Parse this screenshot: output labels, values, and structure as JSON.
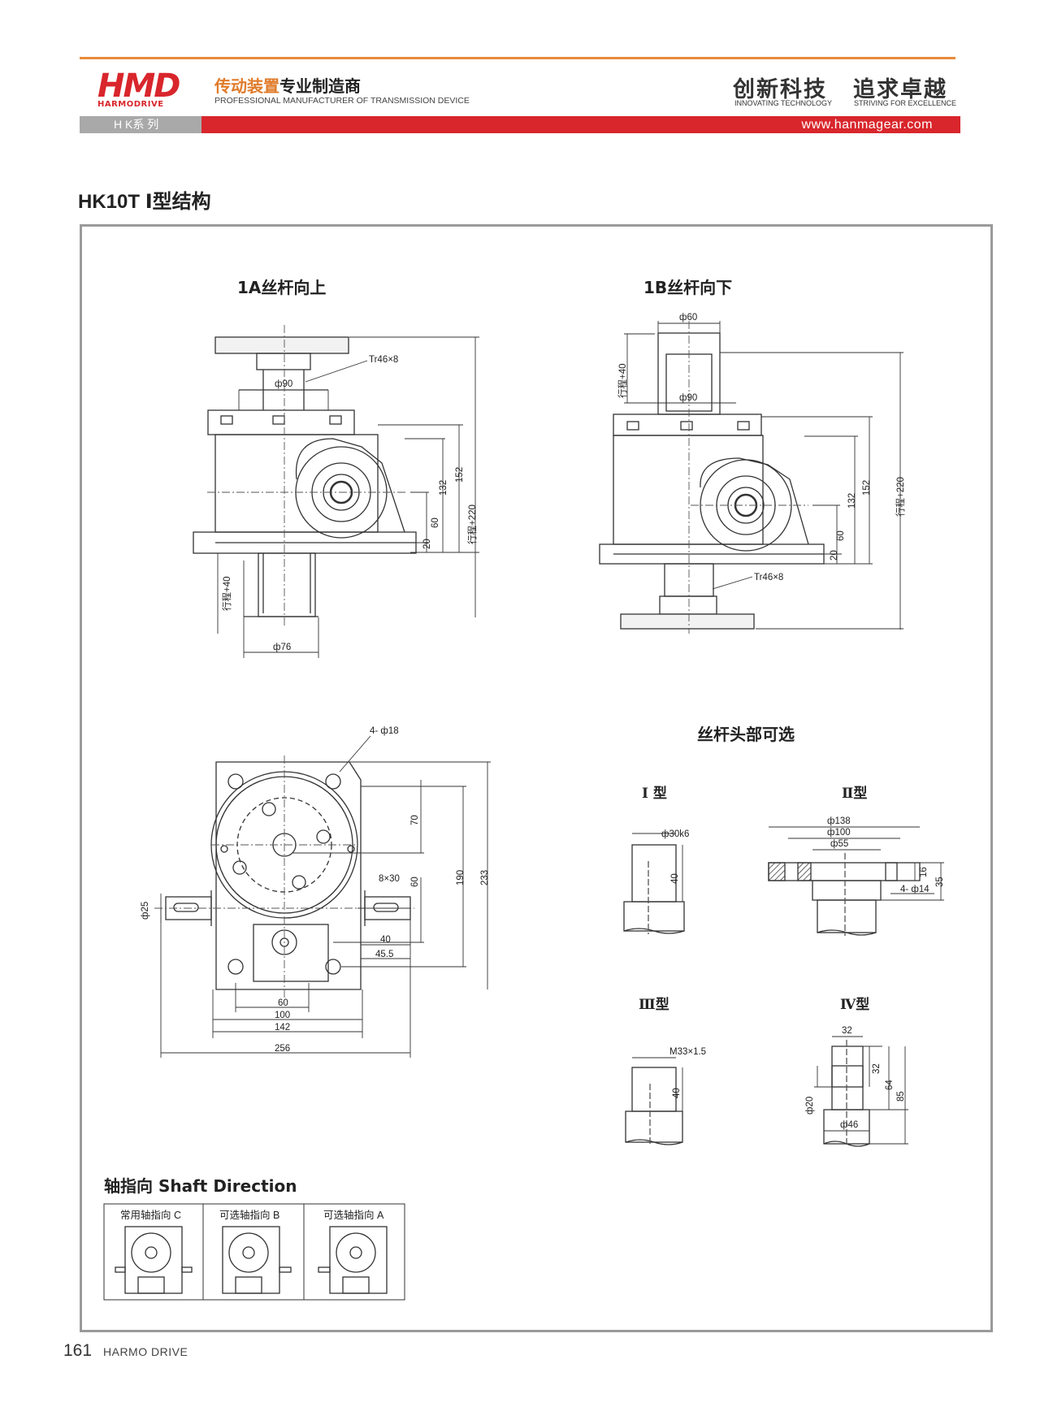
{
  "header": {
    "logo_main": "HMD",
    "logo_sub": "HARMODRIVE",
    "tagline_orange": "传动装置",
    "tagline_dark": "专业制造商",
    "tagline_en": "PROFESSIONAL MANUFACTURER OF TRANSMISSION DEVICE",
    "slogan_1": "创新科技",
    "slogan_2": "追求卓越",
    "slogan_1_en": "INNOVATING TECHNOLOGY",
    "slogan_2_en": "STRIVING FOR EXCELLENCE",
    "series": "H K系 列",
    "url": "www.hanmagear.com"
  },
  "page_title": "HK10T Ⅰ型结构",
  "view_1a": {
    "title": "1A丝杆向上",
    "labels": {
      "thread": "Tr46×8",
      "bore": "ф90",
      "dia_bottom": "ф76",
      "stroke_side": "行程+40",
      "stroke_total": "行程+220",
      "d20": "20",
      "d60": "60",
      "d132": "132",
      "d152": "152"
    }
  },
  "view_1b": {
    "title": "1B丝杆向下",
    "labels": {
      "dia_top": "ф60",
      "bore": "ф90",
      "thread": "Tr46×8",
      "stroke_side": "行程+40",
      "stroke_total": "行程+220",
      "d20": "20",
      "d60": "60",
      "d132": "132",
      "d152": "152"
    }
  },
  "top_view": {
    "labels": {
      "holes": "4- ф18",
      "key": "8×30",
      "shaft_dia": "ф25",
      "d70": "70",
      "d60v": "60",
      "d190": "190",
      "d233": "233",
      "d40": "40",
      "d45_5": "45.5",
      "d60": "60",
      "d100": "100",
      "d142": "142",
      "d256": "256"
    }
  },
  "options": {
    "title": "丝杆头部可选",
    "type1": {
      "name": "I 型",
      "dia": "ф30k6",
      "len": "40"
    },
    "type2": {
      "name": "Ⅱ型",
      "d138": "ф138",
      "d100": "ф100",
      "d55": "ф55",
      "h16": "16",
      "h35": "35",
      "holes": "4- ф14"
    },
    "type3": {
      "name": "Ⅲ型",
      "thread": "M33×1.5",
      "len": "40"
    },
    "type4": {
      "name": "Ⅳ型",
      "w32": "32",
      "h32": "32",
      "h64": "64",
      "h85": "85",
      "d20": "ф20",
      "d46": "ф46"
    }
  },
  "shaft_direction": {
    "title": "轴指向 Shaft Direction",
    "cells": [
      "常用轴指向 C",
      "可选轴指向 B",
      "可选轴指向 A"
    ]
  },
  "footer": {
    "page_number": "161",
    "brand": "HARMO DRIVE"
  },
  "colors": {
    "brand_red": "#d8262c",
    "accent_orange": "#e88b3a",
    "frame_grey": "#9a9a9a",
    "series_grey": "#a9a9a9"
  }
}
